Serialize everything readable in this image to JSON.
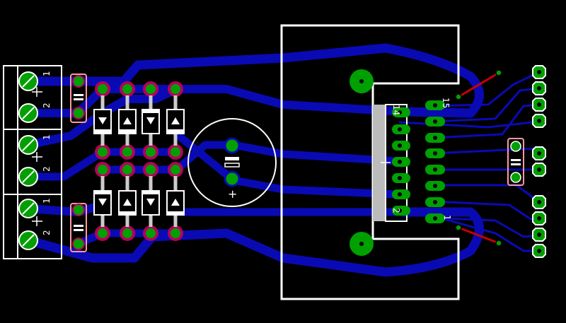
{
  "title": "",
  "colors": {
    "background": "#000000",
    "trace": "#0a0ab4",
    "pad": "#00a000",
    "silkscreen": "#ffffff",
    "via_ring": "#b4005a",
    "airwire": "#c80000"
  },
  "terminal_labels": [
    {
      "top": "1",
      "bottom": "2"
    },
    {
      "top": "1",
      "bottom": "2"
    },
    {
      "top": "1",
      "bottom": "2"
    }
  ],
  "connector": {
    "pin_labels": {
      "top_left": "14",
      "top_right": "15",
      "bottom_left": "2",
      "bottom_right": "1"
    }
  },
  "capacitor": {
    "polarity": "+"
  }
}
